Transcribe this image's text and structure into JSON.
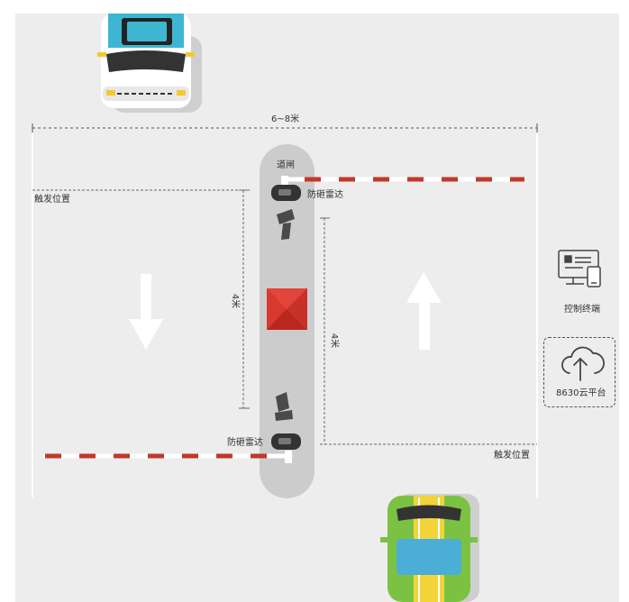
{
  "labels": {
    "width_dimension": "6~8米",
    "barrier_gate": "道闸",
    "radar_top": "防砸雷达",
    "radar_bottom": "防砸雷达",
    "trigger_left": "触发位置",
    "trigger_right": "触发位置",
    "distance_left": "4米",
    "distance_right": "4米",
    "control_terminal": "控制终端",
    "cloud_platform": "8630云平台"
  },
  "colors": {
    "background": "#ffffff",
    "road": "#ededee",
    "island": "#cccccc",
    "boom_red": "#c0392b",
    "booth_red": "#d8382e",
    "car_top_body": "#ffffff",
    "car_top_accent": "#3eb6d2",
    "car_bottom_body": "#7cc242",
    "car_bottom_stripe": "#f3d33a",
    "car_bottom_roof": "#4aaed6"
  },
  "icons": {
    "entry_arrow": "arrow-up-icon",
    "exit_arrow": "arrow-down-icon",
    "terminal": "control-terminal-icon",
    "cloud": "cloud-upload-icon",
    "camera": "camera-icon",
    "radar": "radar-sensor-icon",
    "booth": "guard-booth-icon"
  }
}
